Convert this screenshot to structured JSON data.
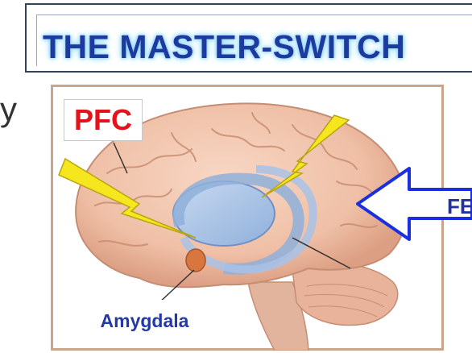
{
  "title": "THE MASTER-SWITCH",
  "left_fragment": "y",
  "labels": {
    "pfc": "PFC",
    "amygdala": "Amygdala",
    "fe": "FE"
  },
  "colors": {
    "title_text": "#1f3a9e",
    "pfc_text": "#e3121b",
    "amygdala_text": "#2438a8",
    "arrow_outline": "#1a2fe0",
    "lightning": "#f5e61e"
  },
  "icons": [
    "lightning-bolt-icon",
    "arrow-left-icon"
  ]
}
